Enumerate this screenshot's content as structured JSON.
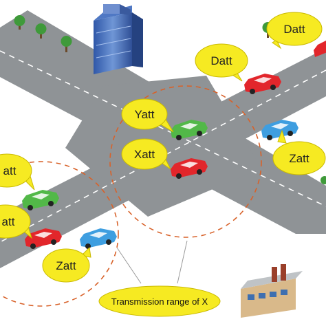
{
  "labels": {
    "d_top_right": "Datt",
    "d_upper": "Datt",
    "y_center": "Yatt",
    "x_center": "Xatt",
    "z_right": "Zatt",
    "a_left_upper": "att",
    "a_left_mid": "att",
    "z_left_bottom": "Zatt",
    "caption": "Transmission range of X"
  },
  "colors": {
    "road": "#8f9396",
    "road_edge": "#6f7376",
    "lane_mark": "#ffffff",
    "bubble": "#f6ea22",
    "bubble_edge": "#c9b900",
    "range_circle": "#d8622a",
    "car_red": "#e2262b",
    "car_green": "#52b848",
    "car_blue": "#3e9ee0",
    "tree_green": "#3f9a3a",
    "building_blue": "#3a63b4"
  }
}
